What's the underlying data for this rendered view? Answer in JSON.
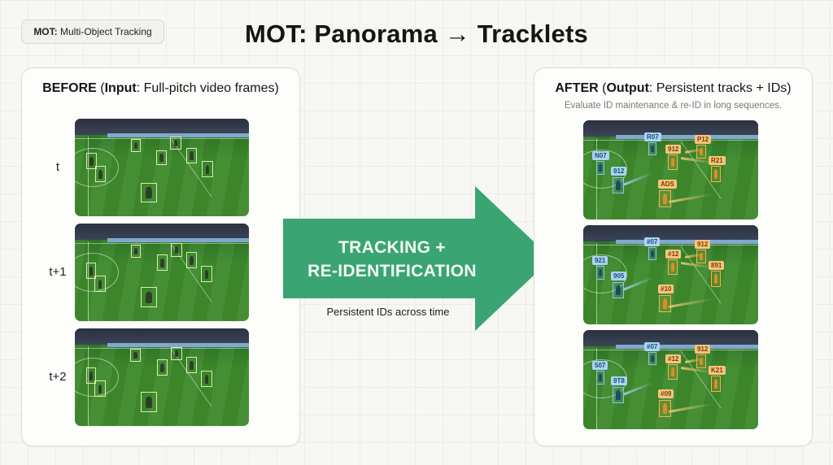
{
  "tag": {
    "bold": "MOT:",
    "text": "Multi-Object Tracking"
  },
  "title": "MOT: Panorama → Tracklets",
  "before": {
    "head_bold1": "BEFORE",
    "head_paren_open": " (",
    "head_bold2": "Input",
    "head_rest": ": Full-pitch video frames)",
    "frames": [
      {
        "time_label": "t"
      },
      {
        "time_label": "t+1"
      },
      {
        "time_label": "t+2"
      }
    ]
  },
  "arrow": {
    "line1": "TRACKING +",
    "line2": "RE-IDENTIFICATION",
    "caption": "Persistent IDs across time",
    "color": "#3aa572"
  },
  "after": {
    "head_bold1": "AFTER",
    "head_paren_open": " (",
    "head_bold2": "Output",
    "head_rest": ": Persistent tracks + IDs)",
    "subtitle": "Evaluate ID maintenance & re-ID in long sequences.",
    "frames": [
      {
        "ids": {
          "b1": "N07",
          "b2": "912",
          "b3": "R07",
          "o1": "912",
          "o2": "P12",
          "o3": "R21",
          "o4": "ADS"
        }
      },
      {
        "ids": {
          "b1": "921",
          "b2": "905",
          "b3": "#07",
          "o1": "#12",
          "o2": "912",
          "o3": "891",
          "o4": "#10"
        }
      },
      {
        "ids": {
          "b1": "507",
          "b2": "9T8",
          "b3": "#07",
          "o1": "#12",
          "o2": "912",
          "o3": "K21",
          "o4": "#09"
        }
      }
    ],
    "colors": {
      "team_blue": "#a9d4f2",
      "team_orange": "#f7c47c"
    }
  }
}
